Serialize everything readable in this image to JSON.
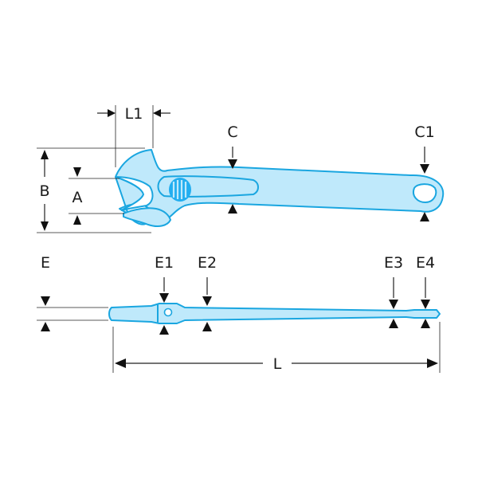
{
  "labels": {
    "L1": "L1",
    "C": "C",
    "C1": "C1",
    "B": "B",
    "A": "A",
    "E": "E",
    "E1": "E1",
    "E2": "E2",
    "E3": "E3",
    "E4": "E4",
    "L": "L"
  },
  "colors": {
    "tool_fill": "#bfe9fb",
    "tool_outline": "#1aa6e0",
    "adjuster_screw": "#22aef0",
    "dimension_lines": "#222222"
  }
}
